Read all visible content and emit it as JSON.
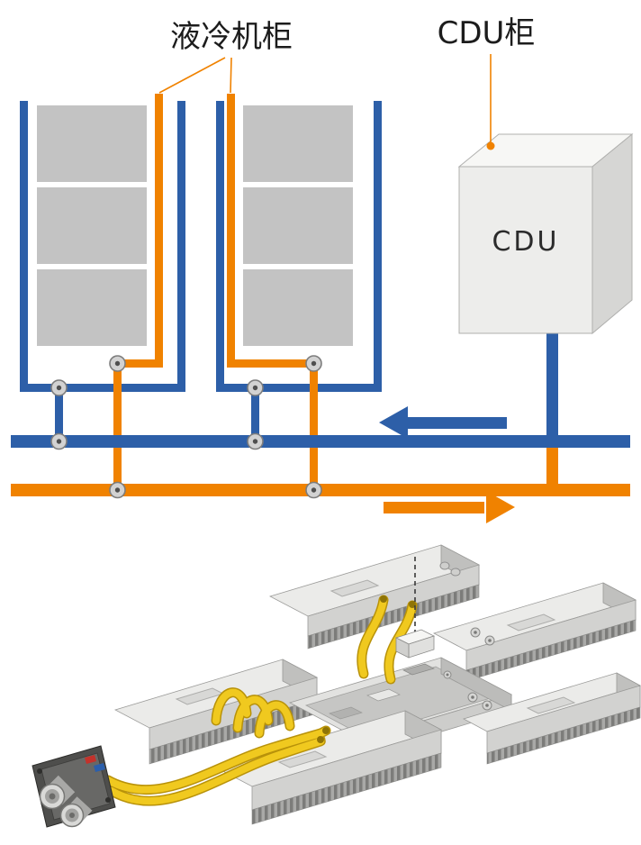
{
  "labels": {
    "cabinet": "液冷机柜",
    "cdu_cabinet": "CDU柜",
    "cdu_box": "CDU"
  },
  "legend": {
    "supply_color": "#2d5fa8",
    "return_color": "#f08200",
    "supply_flow_direction": "left",
    "return_flow_direction": "right",
    "tube_color": "#eec71e",
    "server_block_color": "#c3c3c3"
  },
  "schematic": {
    "cabinet_count": 2,
    "server_blocks_per_cabinet": 3,
    "coupling_valve_count": 8
  },
  "illustration": {
    "module_count": 6,
    "quick_connector_port_count": 2
  }
}
